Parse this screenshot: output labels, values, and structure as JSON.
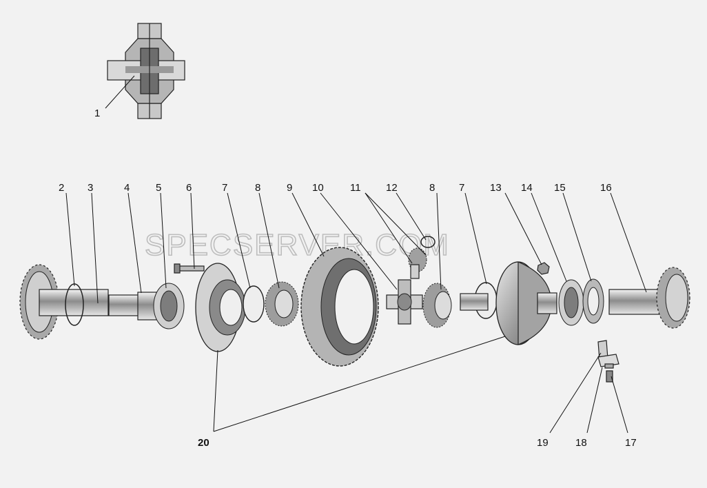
{
  "watermark": "SPECSERVER.COM",
  "callouts": {
    "c1": "1",
    "c2": "2",
    "c3": "3",
    "c4": "4",
    "c5": "5",
    "c6": "6",
    "c7a": "7",
    "c8a": "8",
    "c9": "9",
    "c10": "10",
    "c11": "11",
    "c12": "12",
    "c8b": "8",
    "c7b": "7",
    "c13": "13",
    "c14": "14",
    "c15": "15",
    "c16": "16",
    "c17": "17",
    "c18": "18",
    "c19": "19",
    "c20": "20"
  },
  "colors": {
    "background": "#f2f2f2",
    "ink": "#222222",
    "shade": "#9a9a9a"
  }
}
